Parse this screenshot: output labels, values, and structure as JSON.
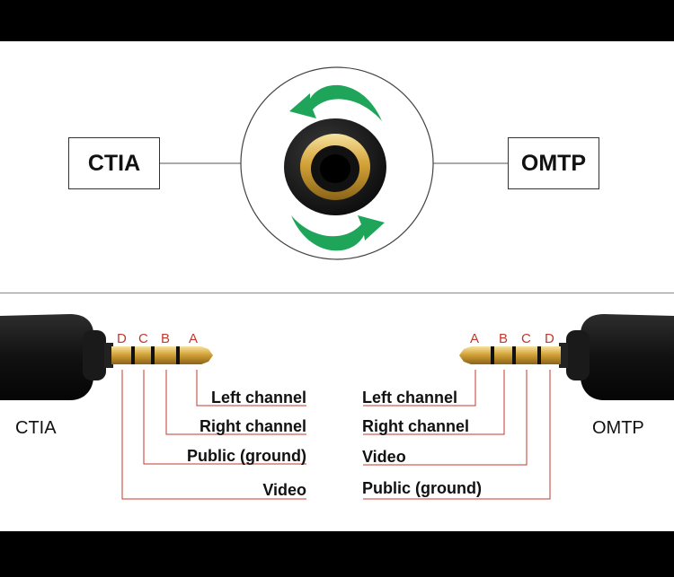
{
  "top": {
    "left_standard": "CTIA",
    "right_standard": "OMTP",
    "rotate_icon": "rotate-arrows-icon",
    "connector_icon": "audio-socket-icon"
  },
  "left_plug": {
    "standard": "CTIA",
    "contacts": [
      "D",
      "C",
      "B",
      "A"
    ],
    "functions": [
      "Left channel",
      "Right channel",
      "Public (ground)",
      "Video"
    ]
  },
  "right_plug": {
    "standard": "OMTP",
    "contacts": [
      "A",
      "B",
      "C",
      "D"
    ],
    "functions": [
      "Left channel",
      "Right channel",
      "Video",
      "Public (ground)"
    ]
  },
  "colors": {
    "leader_line": "#c0392b",
    "arrow_green": "#1fa55a",
    "gold": "#d4a338"
  }
}
